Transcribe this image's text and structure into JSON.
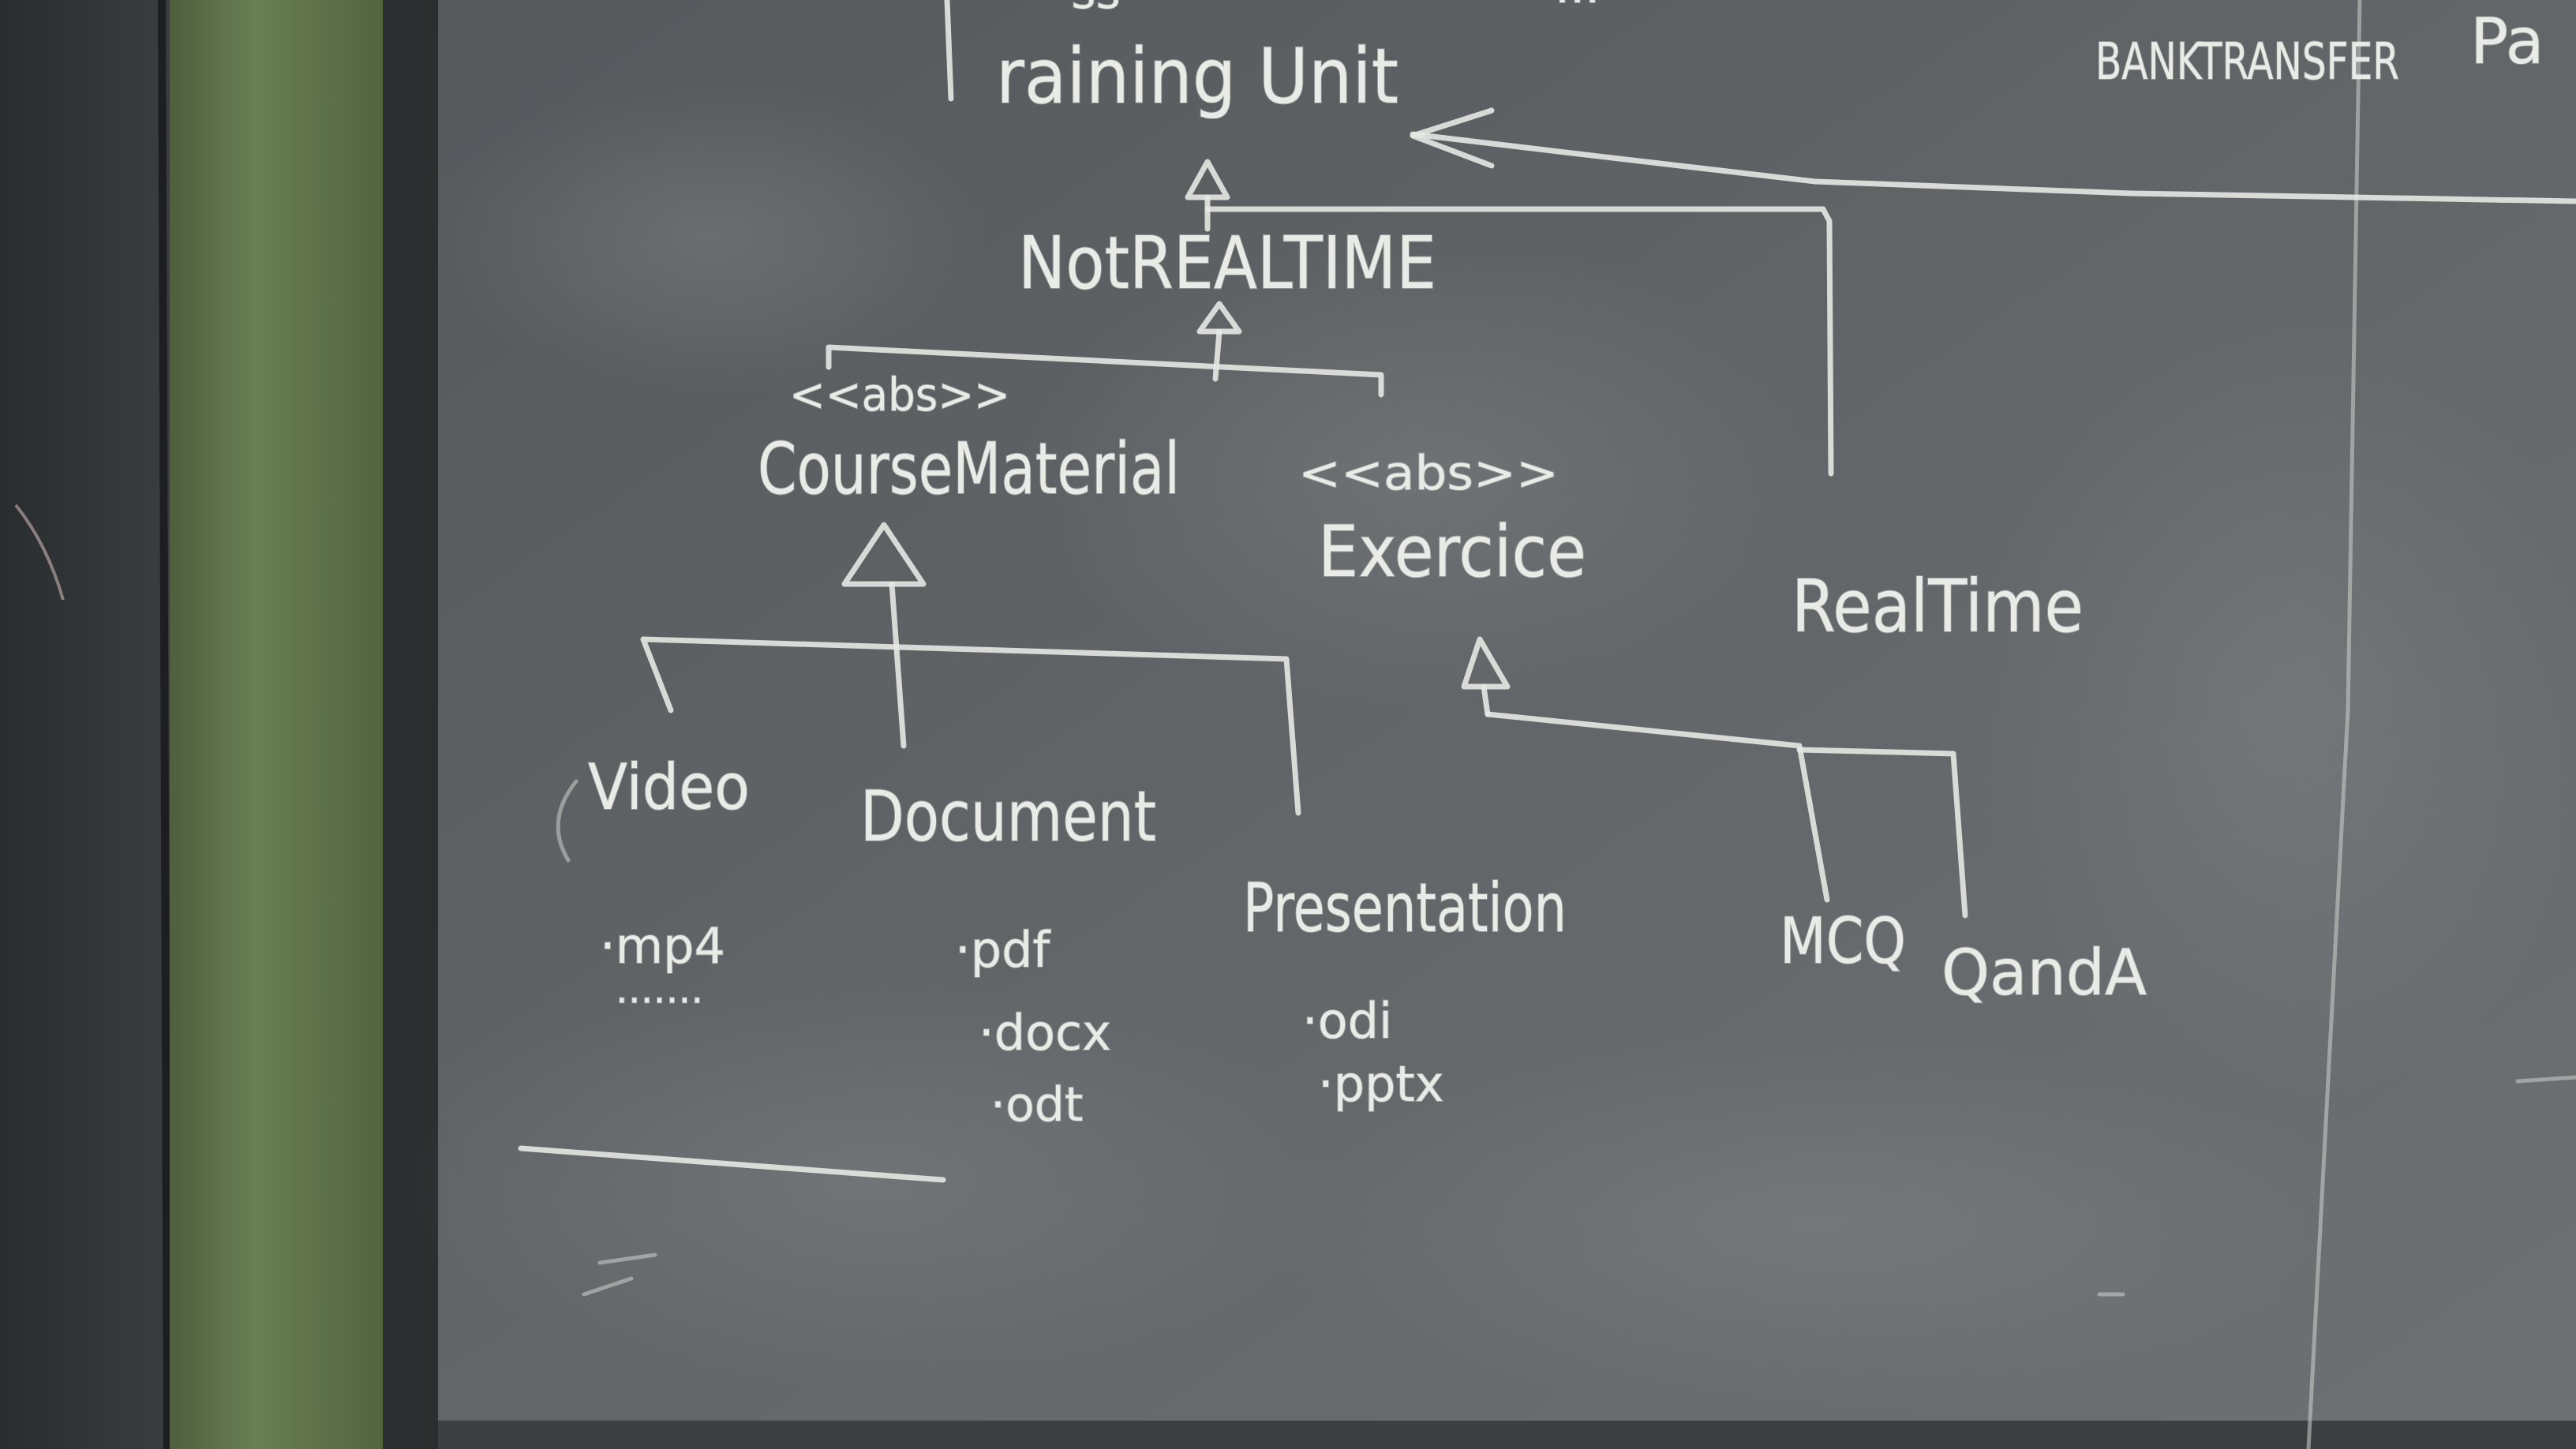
{
  "scene": {
    "colors": {
      "wall": "#2f3235",
      "frame_green": "#5c7049",
      "board": "#5a5e61",
      "chalk": "#e9ebe6"
    }
  },
  "board_text": {
    "top_partial_left": "···ss",
    "top_partial_mid": "···",
    "bank_transfer": "BANKTRANSFER",
    "top_right_partial": "Pa",
    "training_unit": "raining Unit",
    "not_realtime": "NotREALTIME",
    "abs_stereotype_1": "<<abs>>",
    "course_material": "CourseMaterial",
    "abs_stereotype_2": "<<abs>>",
    "exercise": "Exercice",
    "real_time": "RealTime",
    "video": "Video",
    "document": "Document",
    "presentation": "Presentation",
    "mcq": "MCQ",
    "q_and_a": "QandA",
    "video_ext": "·mp4",
    "video_ext_2": "·······",
    "doc_ext_1": "·pdf",
    "doc_ext_2": "·docx",
    "doc_ext_3": "·odt",
    "pres_ext_1": "·odi",
    "pres_ext_2": "·pptx"
  }
}
